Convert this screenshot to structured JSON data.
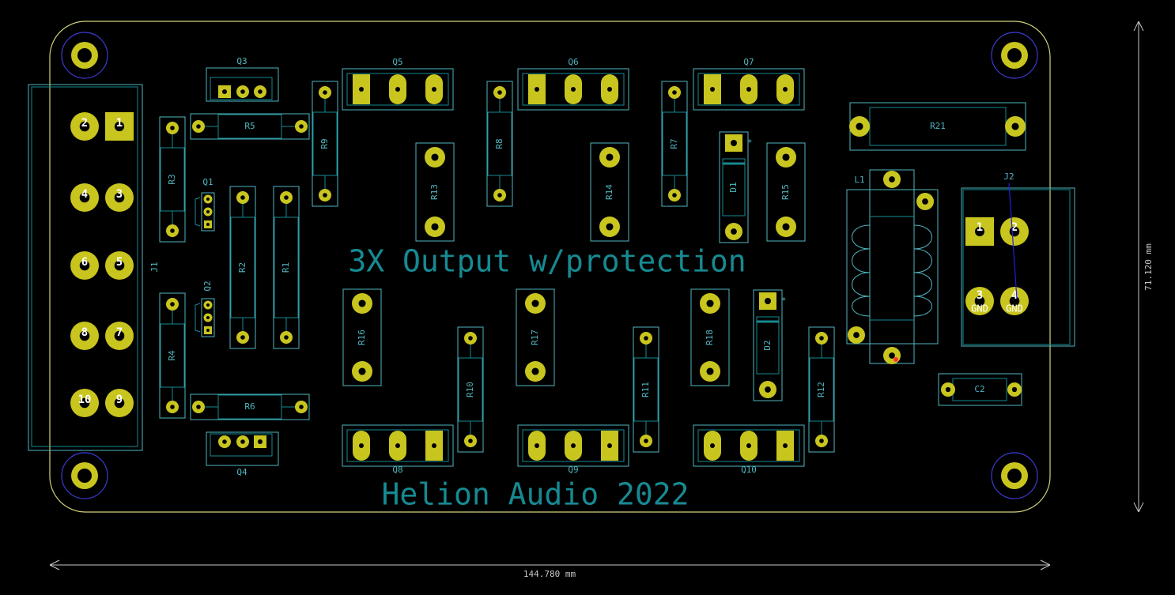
{
  "board": {
    "title_text": "3X Output w/protection",
    "credit_text": "Helion Audio 2022",
    "width_dimension": "144.780 mm",
    "height_dimension": "71.120 mm"
  },
  "colors": {
    "background": "#000000",
    "edge_cuts": "#d4d27a",
    "pad_copper": "#c9c51f",
    "courtyard": "#4fb6c0",
    "silkscreen": "#168a92",
    "mount_hole_ring": "#3c3cd2",
    "dimension": "#c7c7c7",
    "ratsnest": "#2020e0"
  },
  "components": {
    "resistors": [
      "R1",
      "R2",
      "R3",
      "R4",
      "R5",
      "R6",
      "R7",
      "R8",
      "R9",
      "R10",
      "R11",
      "R12",
      "R13",
      "R14",
      "R15",
      "R16",
      "R17",
      "R18",
      "R21"
    ],
    "transistors": [
      "Q1",
      "Q2",
      "Q3",
      "Q4",
      "Q5",
      "Q6",
      "Q7",
      "Q8",
      "Q9",
      "Q10"
    ],
    "diodes": [
      "D1",
      "D2"
    ],
    "inductor": "L1",
    "capacitor": "C2",
    "connectors": [
      "J1",
      "J2"
    ]
  },
  "j1_pins": [
    "1",
    "2",
    "3",
    "4",
    "5",
    "6",
    "7",
    "8",
    "9",
    "10"
  ],
  "j2_pins": [
    "1",
    "2",
    "3",
    "4"
  ],
  "j2_pin_labels": {
    "pin3": "GND",
    "pin4": "GND"
  }
}
